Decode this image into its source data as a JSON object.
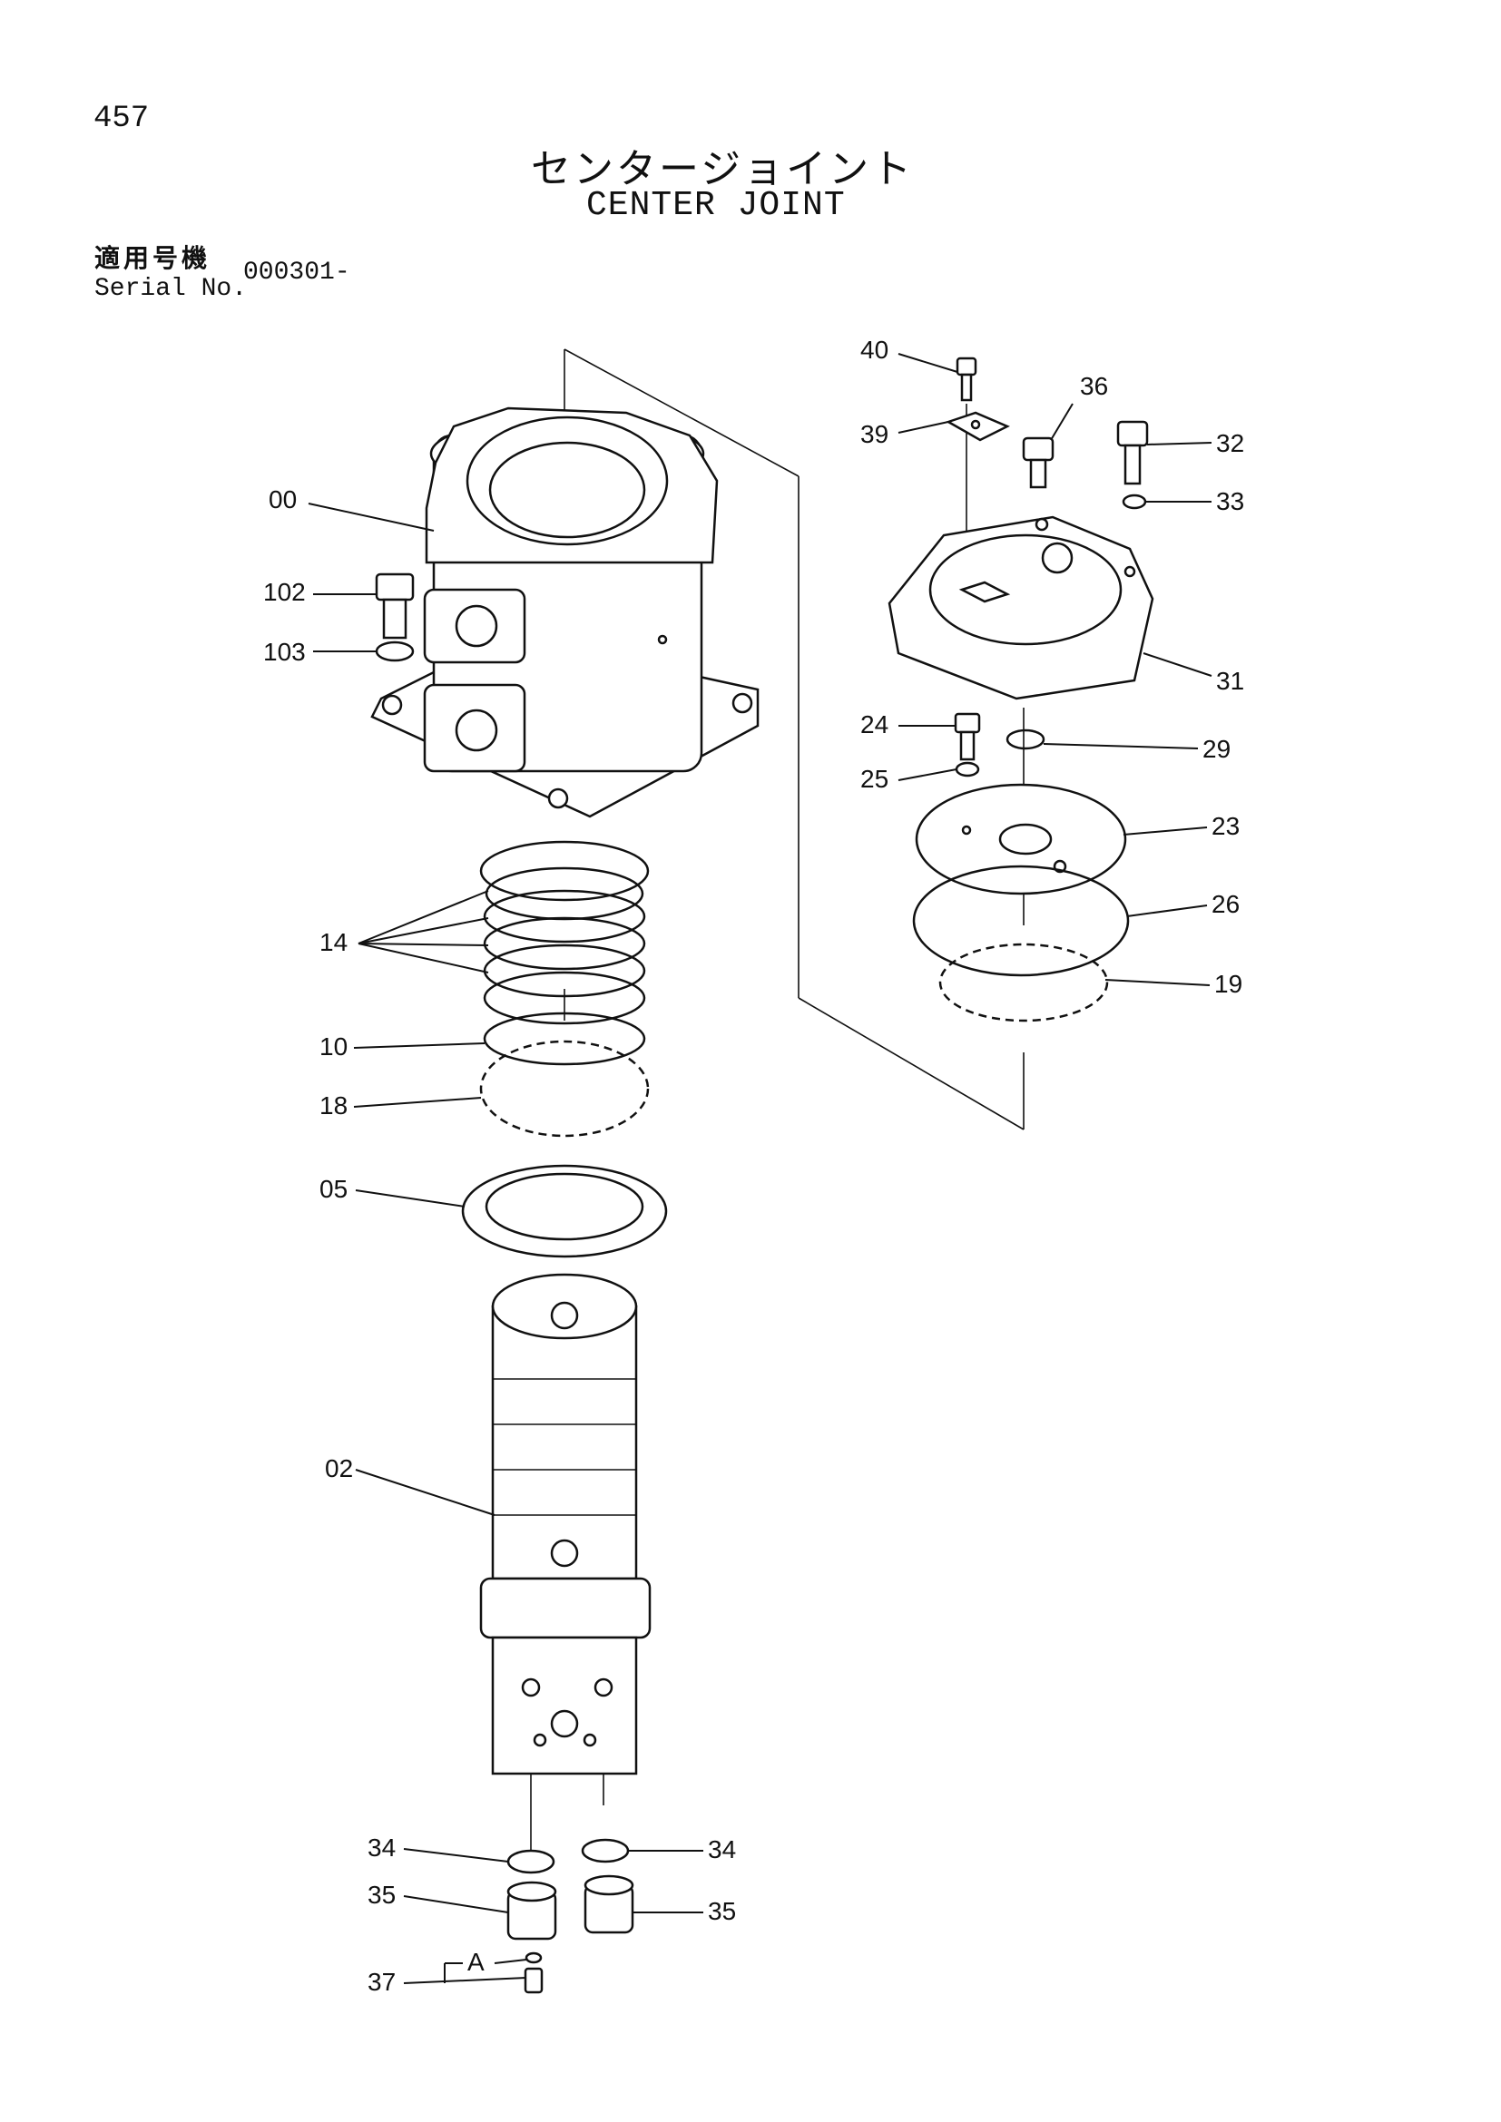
{
  "page_number": "457",
  "title_jp": "センタージョイント",
  "title_en": "CENTER JOINT",
  "serial_label_jp": "適用号機",
  "serial_label_en": "Serial No.",
  "serial_value": "000301-",
  "labels": {
    "p00": "00",
    "p102": "102",
    "p103": "103",
    "p14": "14",
    "p10": "10",
    "p18": "18",
    "p05": "05",
    "p02": "02",
    "p34_left": "34",
    "p35_left": "35",
    "pA": "A",
    "p37": "37",
    "p34_right": "34",
    "p35_right": "35",
    "p40": "40",
    "p39": "39",
    "p36": "36",
    "p32": "32",
    "p33": "33",
    "p31": "31",
    "p24": "24",
    "p25": "25",
    "p29": "29",
    "p23": "23",
    "p26": "26",
    "p19": "19"
  }
}
